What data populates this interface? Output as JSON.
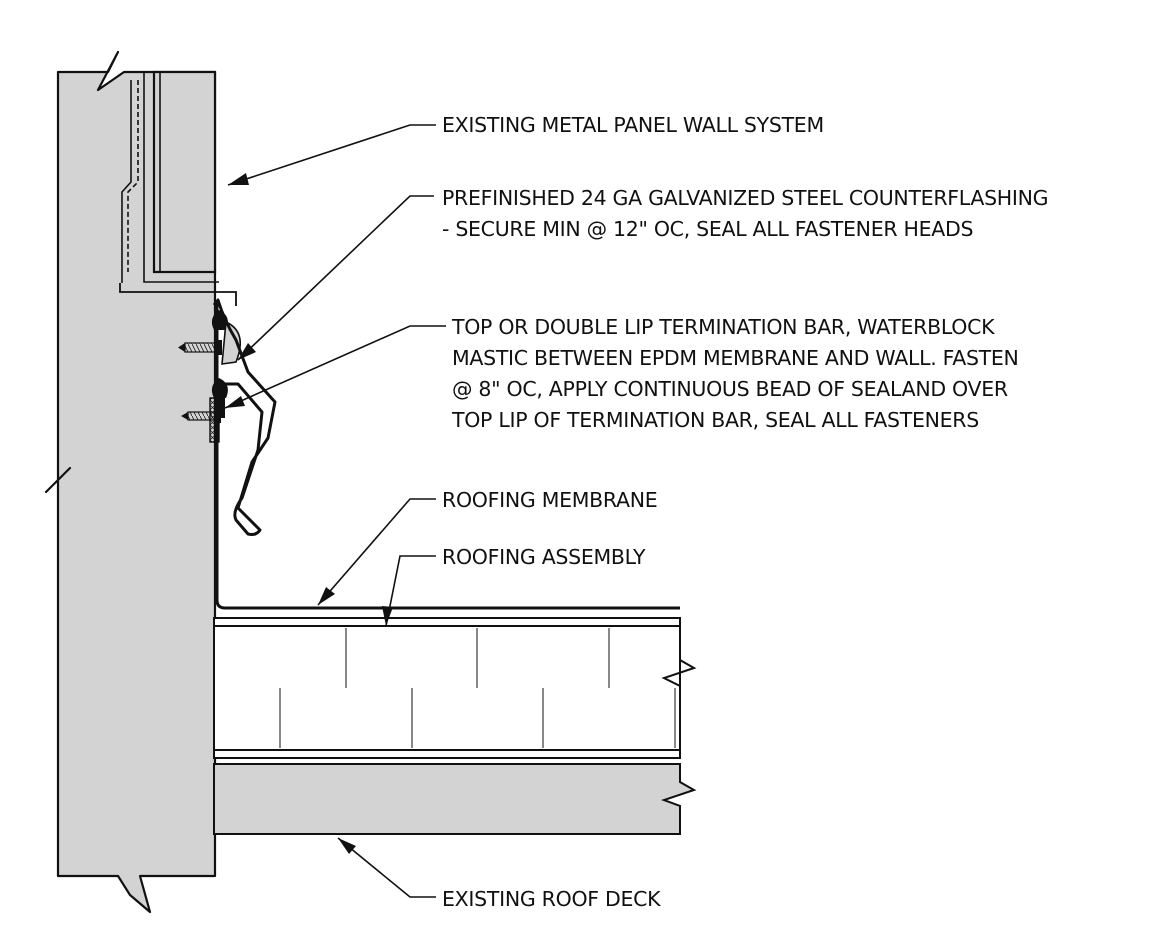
{
  "colors": {
    "line": "#111111",
    "fill_gray": "#d3d3d3",
    "background": "#ffffff"
  },
  "callouts": {
    "wall_system": [
      "EXISTING METAL PANEL WALL SYSTEM"
    ],
    "counterflashing": [
      "PREFINISHED 24 GA GALVANIZED STEEL COUNTERFLASHING",
      "- SECURE MIN @ 12\" OC, SEAL ALL FASTENER HEADS"
    ],
    "termination_bar": [
      "TOP OR DOUBLE LIP TERMINATION BAR, WATERBLOCK",
      "MASTIC BETWEEN EPDM MEMBRANE AND WALL.  FASTEN",
      "@ 8\" OC, APPLY CONTINUOUS BEAD OF SEALAND OVER",
      "TOP LIP OF TERMINATION  BAR, SEAL ALL FASTENERS"
    ],
    "roofing_membrane": [
      "ROOFING MEMBRANE"
    ],
    "roofing_assembly": [
      "ROOFING ASSEMBLY"
    ],
    "roof_deck": [
      "EXISTING ROOF DECK"
    ]
  }
}
